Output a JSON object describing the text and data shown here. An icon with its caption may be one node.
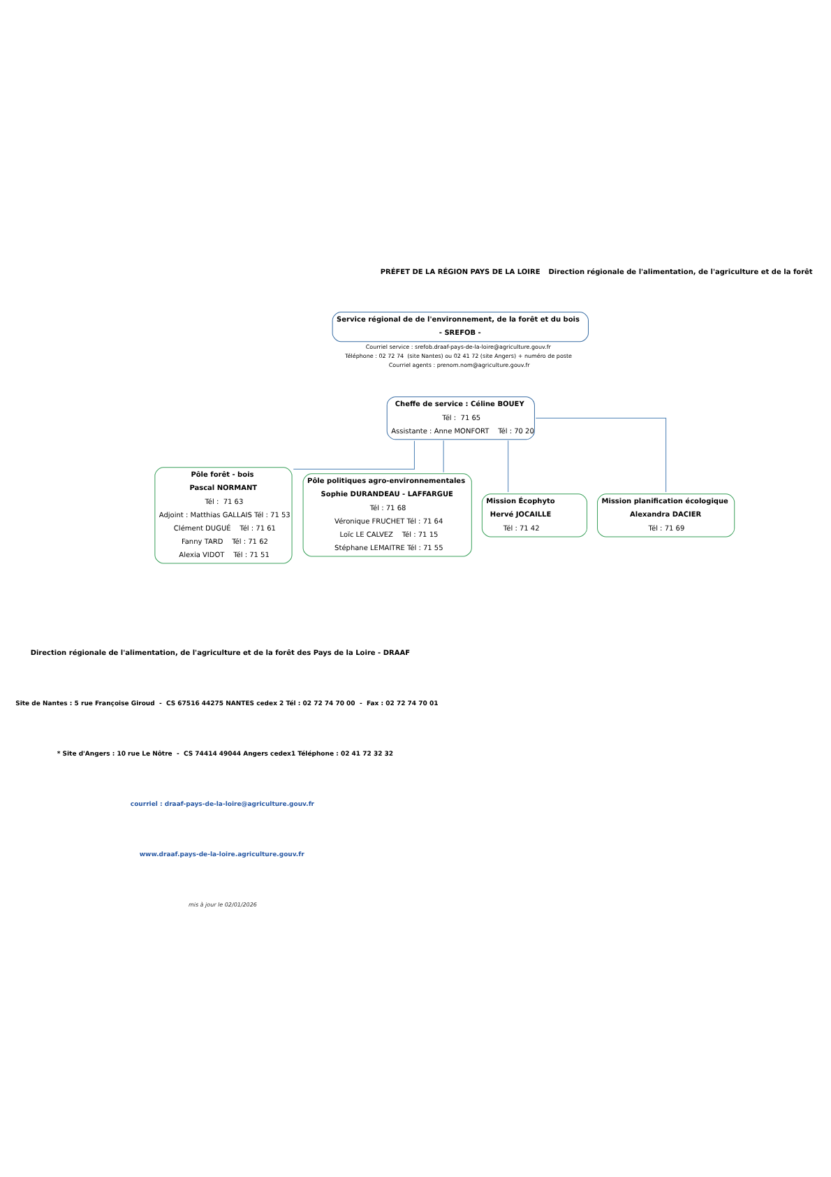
{
  "diagram": {
    "nodes": [
      {
        "text": [
          "Service régional de de l'environnement, de la forêt et du bois",
          "- SREFOB -"
        ],
        "beside": [
          "Courriel service : srefob.draaf-pays-de-la-loire@agriculture.gouv.fr",
          "Téléphone : 02 72 74  (site Nantes) ou 02 41 72 (site Angers) + numéro de poste",
          "Courriel agents : prenom.nom@agriculture.gouv.fr"
        ]
      },
      {
        "text": [
          "Cheffe de service : Céline BOUEY",
          "Tél :  71 65",
          "Assistante : Anne MONFORT    Tél : 70 20"
        ]
      },
      {
        "text": [
          "Pôle forêt - bois",
          "Pascal NORMANT",
          "Tél :  71 63",
          "Adjoint : Matthias GALLAIS Tél : 71 53",
          "Clément DUGUÉ    Tél : 71 61",
          "Fanny TARD    Tél : 71 62",
          "Alexia VIDOT    Tél : 71 51"
        ]
      },
      {
        "text": [
          "Pôle politiques agro-environnementales",
          "Sophie DURANDEAU - LAFFARGUE",
          "Tél : 71 68",
          "Véronique FRUCHET Tél : 71 64",
          "Loïc LE CALVEZ    Tél : 71 15",
          "Stéphane LEMAITRE Tél : 71 55"
        ]
      },
      {
        "text": [
          "Mission Écophyto",
          "Hervé JOCAILLE",
          "Tél : 71 42"
        ]
      },
      {
        "text": [
          "Mission planification écologique",
          "Alexandra DACIER",
          "Tél : 71 69"
        ]
      }
    ],
    "edges": [
      {
        "from": 1,
        "to": 2,
        "arrow": "none"
      },
      {
        "from": 1,
        "to": 3,
        "arrow": "none"
      },
      {
        "from": 1,
        "to": 4,
        "arrow": "none"
      },
      {
        "from": 1,
        "to": 5,
        "arrow": "none"
      }
    ],
    "labels": [
      "PRÉFET DE LA RÉGION PAYS DE LA LOIRE",
      "Direction régionale de l'alimentation, de l'agriculture et de la forêt",
      "Direction régionale de l'alimentation, de l'agriculture et de la forêt des Pays de la Loire - DRAAF",
      "Site de Nantes : 5 rue Françoise Giroud  -  CS 67516 44275 NANTES cedex 2 Tél : 02 72 74 70 00  -  Fax : 02 72 74 70 01",
      "* Site d'Angers : 10 rue Le Nôtre  -  CS 74414 49044 Angers cedex1 Téléphone : 02 41 72 32 32",
      "courriel : draaf-pays-de-la-loire@agriculture.gouv.fr",
      "www.draaf.pays-de-la-loire.agriculture.gouv.fr",
      "mis à jour le 02/01/2026"
    ]
  }
}
